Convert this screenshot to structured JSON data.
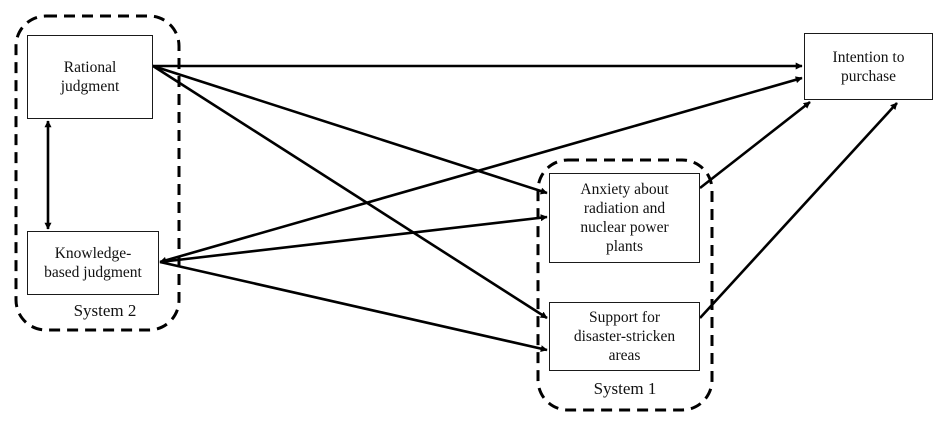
{
  "nodes": {
    "rational": "Rational\njudgment",
    "knowledge": "Knowledge-\nbased judgment",
    "intention": "Intention to\npurchase",
    "anxiety": "Anxiety about\nradiation and\nnuclear power\nplants",
    "support": "Support for\ndisaster-stricken\nareas"
  },
  "groups": {
    "system2": {
      "label": "System 2",
      "members": [
        "rational",
        "knowledge"
      ]
    },
    "system1": {
      "label": "System 1",
      "members": [
        "anxiety",
        "support"
      ]
    }
  },
  "edges": [
    {
      "from": "rational",
      "to": "knowledge",
      "type": "bidirectional"
    },
    {
      "from": "rational",
      "to": "intention",
      "type": "directed"
    },
    {
      "from": "rational",
      "to": "anxiety",
      "type": "directed"
    },
    {
      "from": "rational",
      "to": "support",
      "type": "directed"
    },
    {
      "from": "knowledge",
      "to": "intention",
      "type": "directed"
    },
    {
      "from": "knowledge",
      "to": "anxiety",
      "type": "directed"
    },
    {
      "from": "knowledge",
      "to": "support",
      "type": "directed"
    },
    {
      "from": "anxiety",
      "to": "intention",
      "type": "directed"
    },
    {
      "from": "support",
      "to": "intention",
      "type": "directed"
    }
  ],
  "colors": {
    "stroke": "#000000",
    "background": "#ffffff"
  }
}
